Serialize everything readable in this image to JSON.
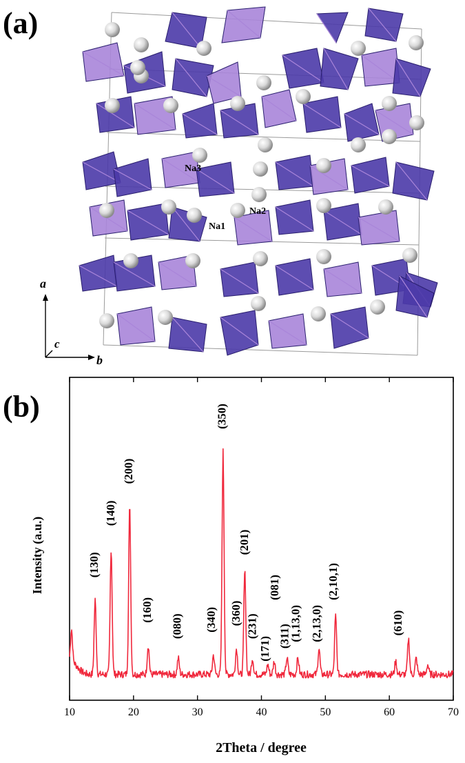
{
  "panel_a": {
    "label": "(a)",
    "atom_labels": [
      "Na3",
      "Na1",
      "Na2"
    ],
    "axes": {
      "a": "a",
      "b": "b",
      "c": "c"
    },
    "colors": {
      "polyhedron_dark": "#4b3aa8",
      "polyhedron_light": "#a985d9",
      "sphere": "#d9d9d9",
      "cell": "#9a9a9a"
    }
  },
  "panel_b": {
    "label": "(b)",
    "chart_data": {
      "type": "line",
      "xlabel": "2Theta / degree",
      "ylabel": "Intensity (a.u.)",
      "xlim": [
        10,
        70
      ],
      "ylim": [
        0,
        100
      ],
      "xticks": [
        10,
        20,
        30,
        40,
        50,
        60,
        70
      ],
      "line_color": "#f0283c",
      "baseline": 8,
      "peaks": [
        {
          "x": 10.3,
          "y": 18
        },
        {
          "x": 14.0,
          "y": 31
        },
        {
          "x": 16.5,
          "y": 47
        },
        {
          "x": 19.4,
          "y": 60
        },
        {
          "x": 22.3,
          "y": 17
        },
        {
          "x": 27.0,
          "y": 13
        },
        {
          "x": 32.5,
          "y": 14
        },
        {
          "x": 34.0,
          "y": 77
        },
        {
          "x": 36.1,
          "y": 16
        },
        {
          "x": 37.4,
          "y": 40
        },
        {
          "x": 38.6,
          "y": 13
        },
        {
          "x": 41.0,
          "y": 11
        },
        {
          "x": 42.0,
          "y": 12
        },
        {
          "x": 44.0,
          "y": 13
        },
        {
          "x": 45.7,
          "y": 13
        },
        {
          "x": 49.0,
          "y": 16
        },
        {
          "x": 51.6,
          "y": 26
        },
        {
          "x": 61.0,
          "y": 12
        },
        {
          "x": 63.0,
          "y": 19
        },
        {
          "x": 64.2,
          "y": 13
        },
        {
          "x": 66.0,
          "y": 11
        }
      ],
      "peak_labels": [
        {
          "text": "(130)",
          "x": 14.0,
          "y": 38
        },
        {
          "text": "(140)",
          "x": 16.6,
          "y": 54
        },
        {
          "text": "(200)",
          "x": 19.4,
          "y": 67
        },
        {
          "text": "(160)",
          "x": 22.3,
          "y": 24
        },
        {
          "text": "(080)",
          "x": 27.0,
          "y": 19
        },
        {
          "text": "(340)",
          "x": 32.3,
          "y": 21
        },
        {
          "text": "(350)",
          "x": 34.0,
          "y": 84
        },
        {
          "text": "(360)",
          "x": 36.2,
          "y": 23
        },
        {
          "text": "(201)",
          "x": 37.5,
          "y": 45
        },
        {
          "text": "(231)",
          "x": 38.7,
          "y": 19
        },
        {
          "text": "(171)",
          "x": 40.7,
          "y": 12
        },
        {
          "text": "(081)",
          "x": 42.2,
          "y": 31
        },
        {
          "text": "(311)",
          "x": 43.8,
          "y": 16
        },
        {
          "text": "(1,13,0)",
          "x": 45.5,
          "y": 18
        },
        {
          "text": "(2,13,0)",
          "x": 48.8,
          "y": 18
        },
        {
          "text": "(2,10,1)",
          "x": 51.4,
          "y": 31
        },
        {
          "text": "(610)",
          "x": 61.5,
          "y": 20
        }
      ]
    }
  }
}
